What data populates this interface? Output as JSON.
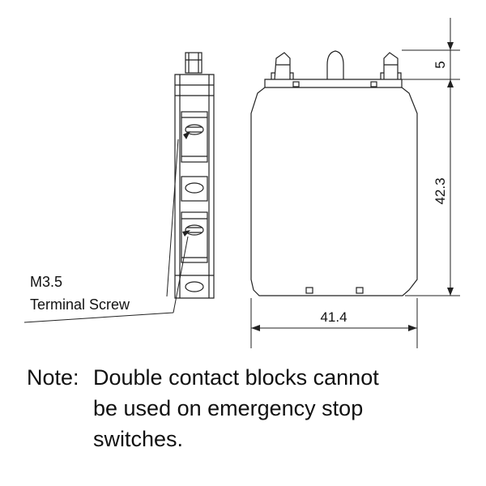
{
  "labels": {
    "screw_size": "M3.5",
    "screw_name": "Terminal Screw"
  },
  "dimensions": {
    "top_height": "5",
    "body_height": "42.3",
    "width": "41.4"
  },
  "note": {
    "prefix": "Note:",
    "line1": "Double contact blocks cannot",
    "line2": "be used on emergency stop",
    "line3": "switches."
  }
}
